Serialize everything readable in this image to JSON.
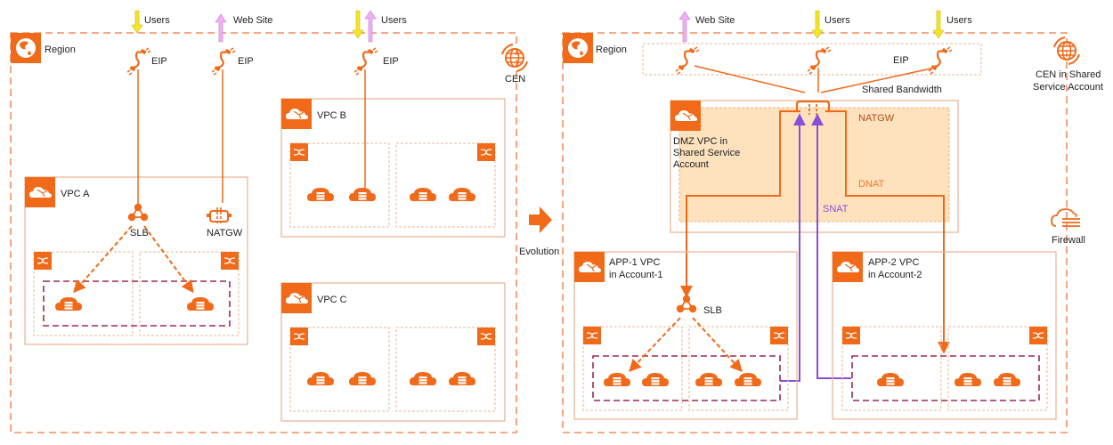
{
  "colors": {
    "orange": "#f06a1a",
    "orange_light": "#f4a57a",
    "box_border": "#eab79a",
    "dmz_fill": "#fde2bd",
    "purple": "#8a4fd8",
    "dashed_maroon": "#9b2b4c",
    "yellow_arrow": "#f5e52a",
    "pink_arrow": "#efaef5"
  },
  "left": {
    "region_label": "Region",
    "cen_label": "CEN",
    "externals": [
      {
        "label": "Users",
        "direction": "in"
      },
      {
        "label": "Web Site",
        "direction": "out"
      },
      {
        "label": "Users",
        "direction": "both"
      }
    ],
    "eips": [
      "EIP",
      "EIP",
      "EIP"
    ],
    "vpc_a": {
      "label": "VPC A",
      "slb_label": "SLB",
      "natgw_label": "NATGW"
    },
    "vpc_b": {
      "label": "VPC B"
    },
    "vpc_c": {
      "label": "VPC C"
    }
  },
  "evolution_label": "Evolution",
  "right": {
    "region_label": "Region",
    "externals": [
      {
        "label": "Web Site",
        "direction": "out"
      },
      {
        "label": "Users",
        "direction": "in"
      },
      {
        "label": "Users",
        "direction": "in"
      }
    ],
    "eip_label": "EIP",
    "shared_bandwidth_label": "Shared Bandwidth",
    "cen_label_line1": "CEN in Shared",
    "cen_label_line2": "Service Account",
    "firewall_label": "Firewall",
    "dmz": {
      "label_line1": "DMZ VPC in",
      "label_line2": "Shared Service",
      "label_line3": "Account",
      "natgw_label": "NATGW",
      "dnat_label": "DNAT",
      "snat_label": "SNAT"
    },
    "app1": {
      "label_line1": "APP-1 VPC",
      "label_line2": "in Account-1",
      "slb_label": "SLB"
    },
    "app2": {
      "label_line1": "APP-2 VPC",
      "label_line2": "in Account-2"
    }
  }
}
